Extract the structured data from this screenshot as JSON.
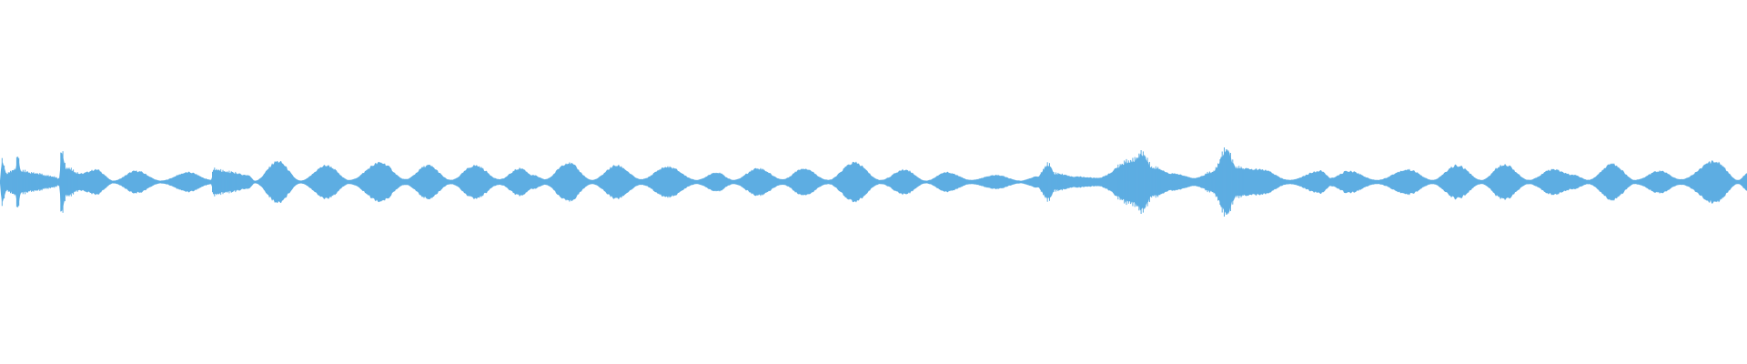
{
  "waveform": {
    "color": "#5dade2",
    "background": "#ffffff",
    "envelope": [
      {
        "t": 0.0,
        "a": 0.02
      },
      {
        "t": 0.001,
        "a": 0.3
      },
      {
        "t": 0.004,
        "a": 0.12
      },
      {
        "t": 0.009,
        "a": 0.18
      },
      {
        "t": 0.01,
        "a": 0.38
      },
      {
        "t": 0.012,
        "a": 0.16
      },
      {
        "t": 0.02,
        "a": 0.12
      },
      {
        "t": 0.03,
        "a": 0.08
      },
      {
        "t": 0.034,
        "a": 0.05
      },
      {
        "t": 0.035,
        "a": 0.45
      },
      {
        "t": 0.038,
        "a": 0.2
      },
      {
        "t": 0.046,
        "a": 0.12
      },
      {
        "t": 0.055,
        "a": 0.18
      },
      {
        "t": 0.065,
        "a": 0.02
      },
      {
        "t": 0.078,
        "a": 0.16
      },
      {
        "t": 0.092,
        "a": 0.02
      },
      {
        "t": 0.108,
        "a": 0.14
      },
      {
        "t": 0.121,
        "a": 0.03
      },
      {
        "t": 0.122,
        "a": 0.18
      },
      {
        "t": 0.131,
        "a": 0.14
      },
      {
        "t": 0.142,
        "a": 0.1
      },
      {
        "t": 0.146,
        "a": 0.02
      },
      {
        "t": 0.159,
        "a": 0.3
      },
      {
        "t": 0.172,
        "a": 0.02
      },
      {
        "t": 0.187,
        "a": 0.24
      },
      {
        "t": 0.2,
        "a": 0.03
      },
      {
        "t": 0.218,
        "a": 0.28
      },
      {
        "t": 0.232,
        "a": 0.04
      },
      {
        "t": 0.245,
        "a": 0.24
      },
      {
        "t": 0.258,
        "a": 0.03
      },
      {
        "t": 0.272,
        "a": 0.24
      },
      {
        "t": 0.286,
        "a": 0.04
      },
      {
        "t": 0.298,
        "a": 0.2
      },
      {
        "t": 0.305,
        "a": 0.1
      },
      {
        "t": 0.312,
        "a": 0.04
      },
      {
        "t": 0.325,
        "a": 0.28
      },
      {
        "t": 0.339,
        "a": 0.03
      },
      {
        "t": 0.353,
        "a": 0.24
      },
      {
        "t": 0.367,
        "a": 0.04
      },
      {
        "t": 0.382,
        "a": 0.22
      },
      {
        "t": 0.399,
        "a": 0.03
      },
      {
        "t": 0.41,
        "a": 0.14
      },
      {
        "t": 0.42,
        "a": 0.03
      },
      {
        "t": 0.434,
        "a": 0.2
      },
      {
        "t": 0.448,
        "a": 0.04
      },
      {
        "t": 0.46,
        "a": 0.2
      },
      {
        "t": 0.474,
        "a": 0.03
      },
      {
        "t": 0.489,
        "a": 0.28
      },
      {
        "t": 0.504,
        "a": 0.03
      },
      {
        "t": 0.518,
        "a": 0.18
      },
      {
        "t": 0.53,
        "a": 0.02
      },
      {
        "t": 0.542,
        "a": 0.14
      },
      {
        "t": 0.556,
        "a": 0.03
      },
      {
        "t": 0.57,
        "a": 0.1
      },
      {
        "t": 0.584,
        "a": 0.02
      },
      {
        "t": 0.594,
        "a": 0.08
      },
      {
        "t": 0.6,
        "a": 0.25
      },
      {
        "t": 0.604,
        "a": 0.12
      },
      {
        "t": 0.615,
        "a": 0.08
      },
      {
        "t": 0.628,
        "a": 0.06
      },
      {
        "t": 0.648,
        "a": 0.3
      },
      {
        "t": 0.654,
        "a": 0.4
      },
      {
        "t": 0.66,
        "a": 0.2
      },
      {
        "t": 0.672,
        "a": 0.12
      },
      {
        "t": 0.684,
        "a": 0.06
      },
      {
        "t": 0.694,
        "a": 0.14
      },
      {
        "t": 0.702,
        "a": 0.45
      },
      {
        "t": 0.708,
        "a": 0.2
      },
      {
        "t": 0.722,
        "a": 0.18
      },
      {
        "t": 0.738,
        "a": 0.03
      },
      {
        "t": 0.756,
        "a": 0.16
      },
      {
        "t": 0.762,
        "a": 0.06
      },
      {
        "t": 0.772,
        "a": 0.16
      },
      {
        "t": 0.788,
        "a": 0.03
      },
      {
        "t": 0.806,
        "a": 0.18
      },
      {
        "t": 0.82,
        "a": 0.03
      },
      {
        "t": 0.834,
        "a": 0.24
      },
      {
        "t": 0.848,
        "a": 0.03
      },
      {
        "t": 0.861,
        "a": 0.26
      },
      {
        "t": 0.875,
        "a": 0.03
      },
      {
        "t": 0.889,
        "a": 0.18
      },
      {
        "t": 0.901,
        "a": 0.1
      },
      {
        "t": 0.909,
        "a": 0.03
      },
      {
        "t": 0.923,
        "a": 0.26
      },
      {
        "t": 0.936,
        "a": 0.03
      },
      {
        "t": 0.95,
        "a": 0.16
      },
      {
        "t": 0.962,
        "a": 0.04
      },
      {
        "t": 0.982,
        "a": 0.3
      },
      {
        "t": 0.995,
        "a": 0.03
      },
      {
        "t": 1.0,
        "a": 0.12
      }
    ]
  }
}
